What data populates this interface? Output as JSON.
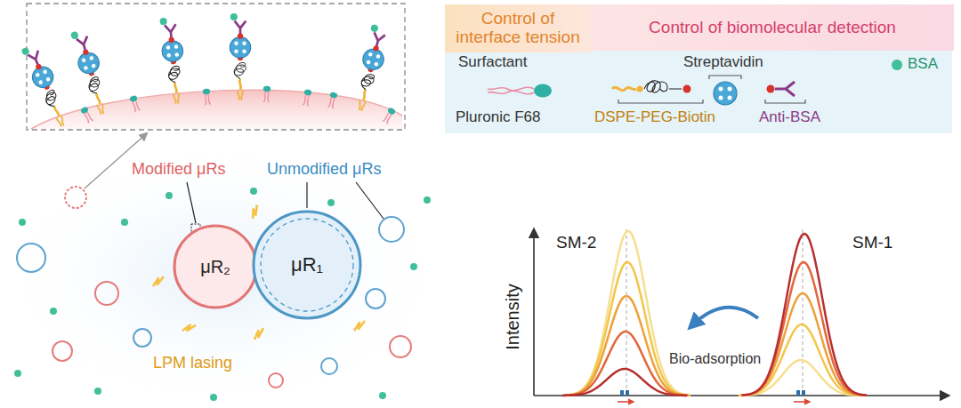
{
  "diagram": {
    "nodes": [
      {
        "text": [
          "Control of interface tension"
        ]
      },
      {
        "text": [
          "Control of biomolecular detection"
        ]
      },
      {
        "text": [
          "μR₂"
        ]
      },
      {
        "text": [
          "μR₁"
        ]
      }
    ],
    "labels": [
      "Modified μRs",
      "Unmodified μRs",
      "LPM lasing",
      "Surfactant",
      "Pluronic F68",
      "Streptavidin",
      "BSA",
      "DSPE-PEG-Biotin",
      "Anti-BSA",
      "SM-2",
      "SM-1",
      "Bio-adsorption",
      "Intensity"
    ]
  }
}
